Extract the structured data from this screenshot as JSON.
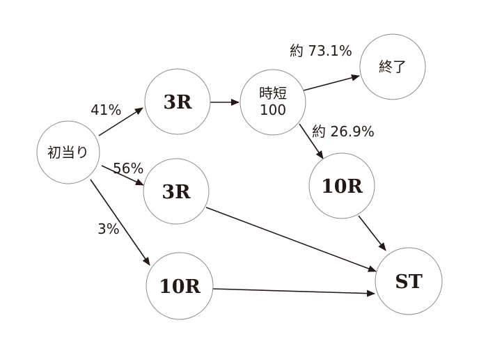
{
  "nodes": {
    "start": {
      "label": "初当り"
    },
    "r3_top": {
      "label": "3R"
    },
    "r3_mid": {
      "label": "3R"
    },
    "r10_bot": {
      "label": "10R"
    },
    "jitan": {
      "label_line1": "時短",
      "label_line2": "100"
    },
    "end": {
      "label": "終了"
    },
    "r10_right": {
      "label": "10R"
    },
    "st": {
      "label": "ST"
    }
  },
  "edges": {
    "start_to_r3_top": {
      "label": "41%"
    },
    "start_to_r3_mid": {
      "label": "56%"
    },
    "start_to_r10_bot": {
      "label": "3%"
    },
    "jitan_to_end": {
      "label": "約 73.1%"
    },
    "jitan_to_r10_right": {
      "label": "約 26.9%"
    }
  },
  "colors": {
    "stroke": "#231815",
    "node_border": "#8c8c8c",
    "node_fill": "#ffffff"
  }
}
